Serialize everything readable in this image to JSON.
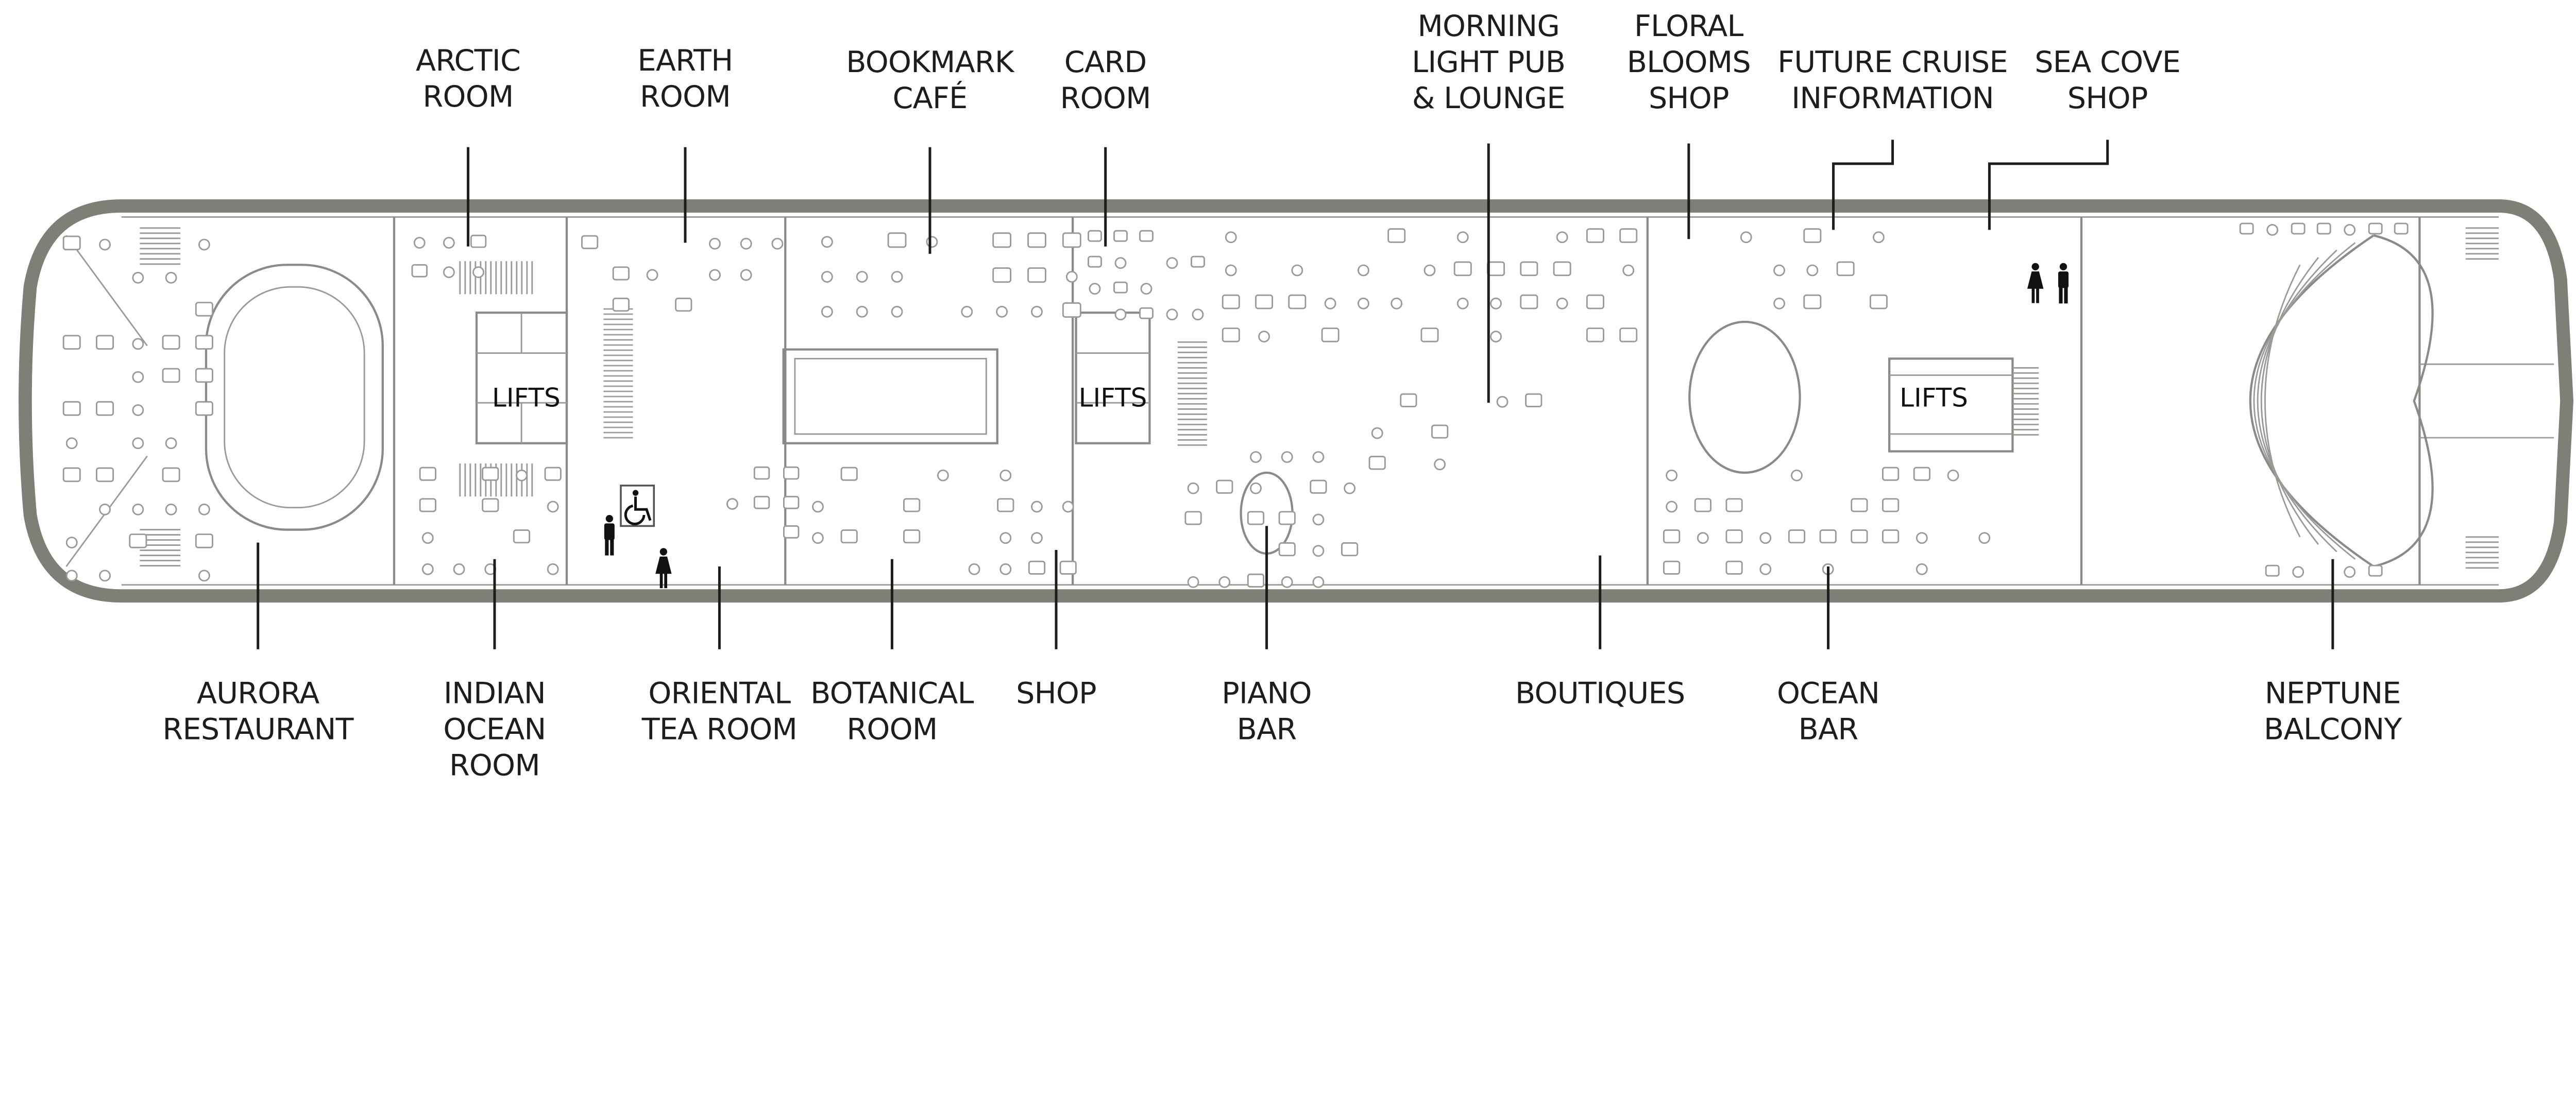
{
  "colors": {
    "hull": "#7f7f78",
    "interior_lines": "#9a9a96",
    "label_text": "#1d1d1b",
    "background": "#ffffff"
  },
  "top_labels": [
    {
      "id": "arctic-room",
      "lines": [
        "ARCTIC",
        "ROOM"
      ]
    },
    {
      "id": "earth-room",
      "lines": [
        "EARTH",
        "ROOM"
      ]
    },
    {
      "id": "bookmark-cafe",
      "lines": [
        "BOOKMARK",
        "CAFÉ"
      ]
    },
    {
      "id": "card-room",
      "lines": [
        "CARD",
        "ROOM"
      ]
    },
    {
      "id": "morning-light-pub",
      "lines": [
        "MORNING",
        "LIGHT PUB",
        "& LOUNGE"
      ]
    },
    {
      "id": "floral-blooms-shop",
      "lines": [
        "FLORAL",
        "BLOOMS",
        "SHOP"
      ]
    },
    {
      "id": "future-cruise-information",
      "lines": [
        "FUTURE CRUISE",
        "INFORMATION"
      ]
    },
    {
      "id": "sea-cove-shop",
      "lines": [
        "SEA COVE",
        "SHOP"
      ]
    }
  ],
  "bottom_labels": [
    {
      "id": "aurora-restaurant",
      "lines": [
        "AURORA",
        "RESTAURANT"
      ]
    },
    {
      "id": "indian-ocean-room",
      "lines": [
        "INDIAN",
        "OCEAN",
        "ROOM"
      ]
    },
    {
      "id": "oriental-tea-room",
      "lines": [
        "ORIENTAL",
        "TEA ROOM"
      ]
    },
    {
      "id": "botanical-room",
      "lines": [
        "BOTANICAL",
        "ROOM"
      ]
    },
    {
      "id": "shop",
      "lines": [
        "SHOP"
      ]
    },
    {
      "id": "piano-bar",
      "lines": [
        "PIANO",
        "BAR"
      ]
    },
    {
      "id": "boutiques",
      "lines": [
        "BOUTIQUES"
      ]
    },
    {
      "id": "ocean-bar",
      "lines": [
        "OCEAN",
        "BAR"
      ]
    },
    {
      "id": "neptune-balcony",
      "lines": [
        "NEPTUNE",
        "BALCONY"
      ]
    }
  ],
  "lifts": [
    "LIFTS",
    "LIFTS",
    "LIFTS"
  ],
  "icons": [
    "wheelchair-access-icon",
    "mens-restroom-icon",
    "womens-restroom-icon"
  ]
}
